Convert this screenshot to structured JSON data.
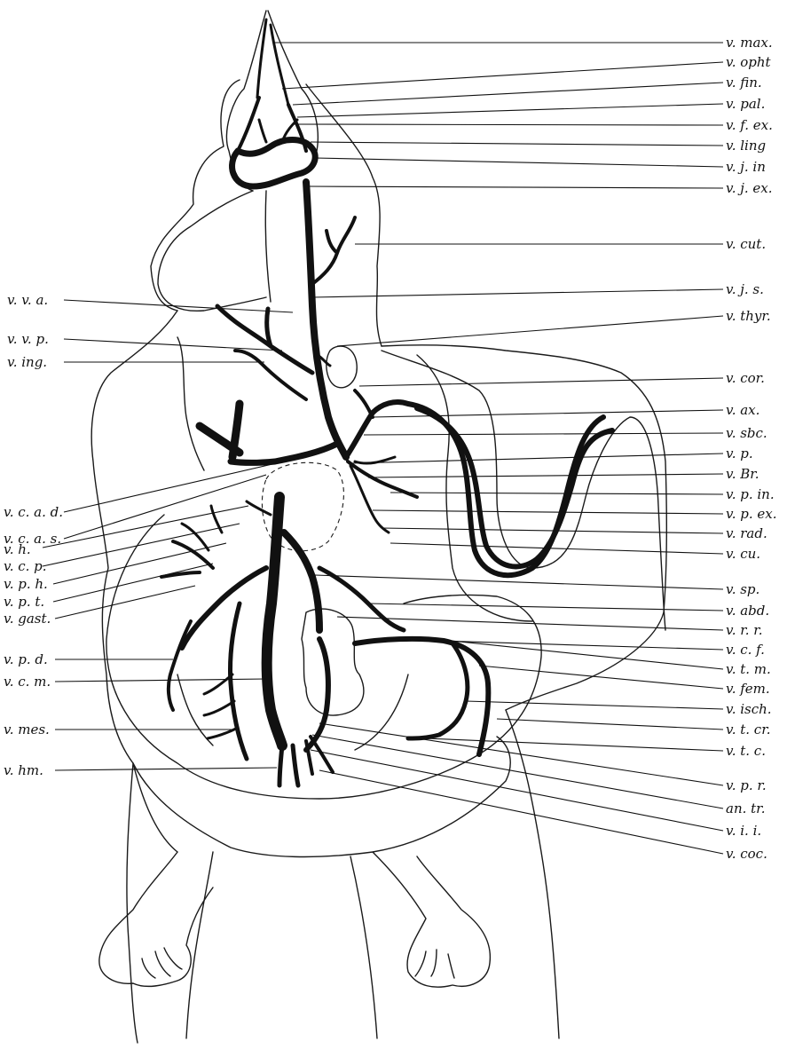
{
  "colors": {
    "ink": "#111111",
    "paper": "#ffffff"
  },
  "labels_right": [
    "v. max.",
    "v. opht",
    "v. fin.",
    "v. pal.",
    "v. f. ex.",
    "v. ling",
    "v. j. in",
    "v. j. ex.",
    "v. cut.",
    "v. j. s.",
    "v. thyr.",
    "v. cor.",
    "v. ax.",
    "v. sbc.",
    "v. p.",
    "v. Br.",
    "v. p. in.",
    "v. p. ex.",
    "v. rad.",
    "v. cu.",
    "v. sp.",
    "v. abd.",
    "v. r. r.",
    "v. c. f.",
    "v. t. m.",
    "v. fem.",
    "v. isch.",
    "v. t. cr.",
    "v. t. c.",
    "v. p. r.",
    "an. tr.",
    "v. i. i.",
    "v. coc."
  ],
  "labels_left": [
    "v. v. a.",
    "v. v. p.",
    "v. ing.",
    "v. c. a. d.",
    "v. c. a. s.",
    "v. h.",
    "v. c. p.",
    "v. p. h.",
    "v. p. t.",
    "v. gast.",
    "v. p. d.",
    "v. c. m.",
    "v. mes.",
    "v. hm."
  ]
}
